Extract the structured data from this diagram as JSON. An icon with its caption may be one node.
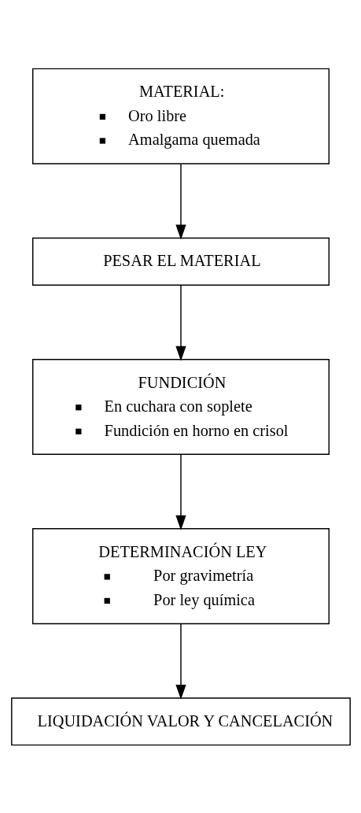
{
  "diagram": {
    "nodes": [
      {
        "text": [
          "MATERIAL:",
          "Oro libre",
          "Amalgama quemada"
        ]
      },
      {
        "text": [
          "PESAR EL MATERIAL"
        ]
      },
      {
        "text": [
          "FUNDICIÓN",
          "En cuchara con soplete",
          "Fundición en horno en crisol"
        ]
      },
      {
        "text": [
          "DETERMINACIÓN LEY",
          "Por gravimetría",
          "Por ley química"
        ]
      },
      {
        "text": [
          "LIQUIDACIÓN VALOR Y CANCELACIÓN"
        ]
      }
    ],
    "edges": [
      {
        "from": 0,
        "to": 1,
        "arrow": "to"
      },
      {
        "from": 1,
        "to": 2,
        "arrow": "to"
      },
      {
        "from": 2,
        "to": 3,
        "arrow": "to"
      },
      {
        "from": 3,
        "to": 4,
        "arrow": "to"
      }
    ]
  }
}
